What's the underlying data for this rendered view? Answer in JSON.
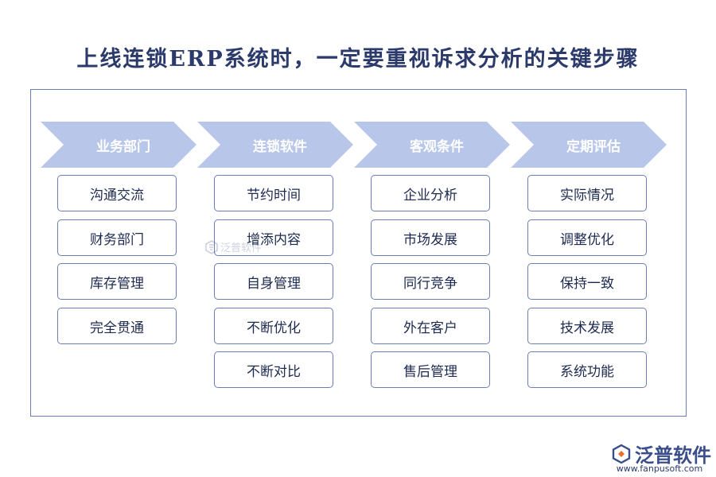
{
  "title": "上线连锁ERP系统时，一定要重视诉求分析的关键步骤",
  "colors": {
    "chevron": "#b8c6e9",
    "box_border": "#6b7fb2",
    "frame_border": "#6a80b5",
    "title": "#2b3a6b"
  },
  "columns": [
    {
      "header": "业务部门",
      "items": [
        "沟通交流",
        "财务部门",
        "库存管理",
        "完全贯通"
      ]
    },
    {
      "header": "连锁软件",
      "items": [
        "节约时间",
        "增添内容",
        "自身管理",
        "不断优化",
        "不断对比"
      ]
    },
    {
      "header": "客观条件",
      "items": [
        "企业分析",
        "市场发展",
        "同行竞争",
        "外在客户",
        "售后管理"
      ]
    },
    {
      "header": "定期评估",
      "items": [
        "实际情况",
        "调整优化",
        "保持一致",
        "技术发展",
        "系统功能"
      ]
    }
  ],
  "watermark": {
    "text": "泛普软件",
    "icon": "fanpu-logo-icon"
  },
  "brand": {
    "name": "泛普软件",
    "url": "www.fanpusoft.com",
    "icon": "fanpu-logo-icon"
  }
}
